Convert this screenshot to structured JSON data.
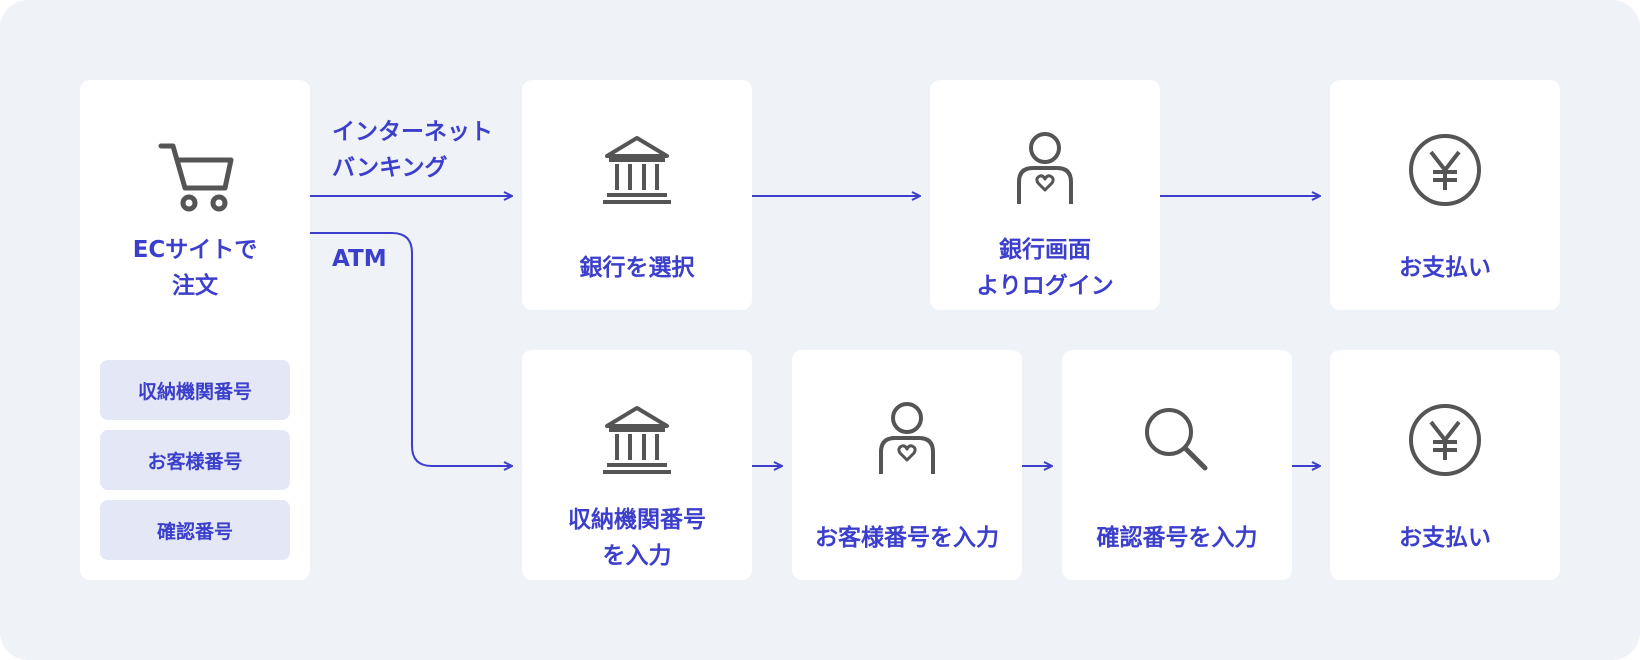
{
  "order": {
    "label_line1": "ECサイトで",
    "label_line2": "注文",
    "chips": [
      "収納機関番号",
      "お客様番号",
      "確認番号"
    ]
  },
  "routes": {
    "internet_line1": "インターネット",
    "internet_line2": "バンキング",
    "atm": "ATM"
  },
  "internet_flow": {
    "select_bank": "銀行を選択",
    "login_line1": "銀行画面",
    "login_line2": "よりログイン",
    "payment": "お支払い"
  },
  "atm_flow": {
    "agency_line1": "収納機関番号",
    "agency_line2": "を入力",
    "customer": "お客様番号を入力",
    "confirm": "確認番号を入力",
    "payment": "お支払い"
  },
  "colors": {
    "accent": "#3c3fcb",
    "background": "#eff2f7",
    "card": "#ffffff",
    "chip": "#e4e8f6",
    "icon": "#555555"
  },
  "icons": [
    "shopping-cart-icon",
    "bank-icon",
    "person-heart-icon",
    "yen-icon",
    "search-icon"
  ]
}
